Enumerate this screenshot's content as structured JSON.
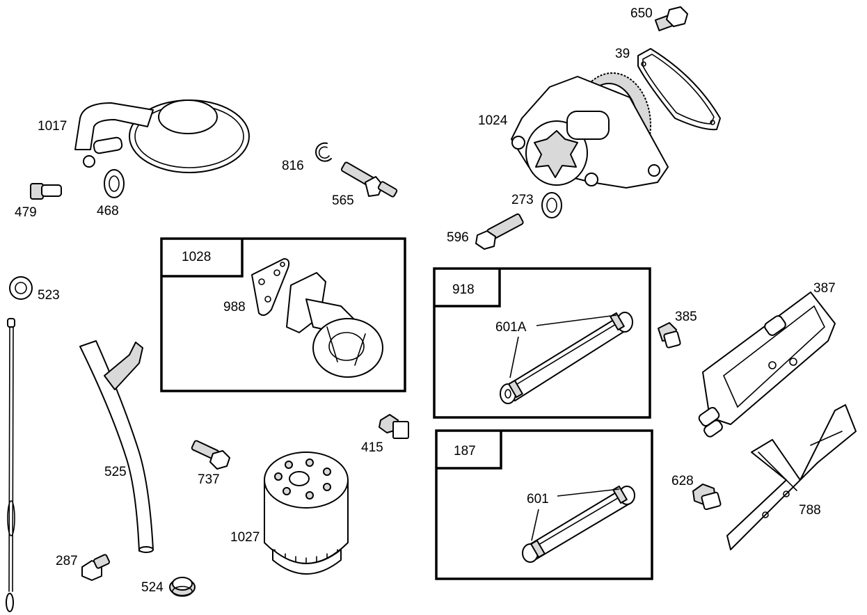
{
  "callouts": {
    "p650": "650",
    "p39": "39",
    "p1024": "1024",
    "p1017": "1017",
    "p816": "816",
    "p565": "565",
    "p479": "479",
    "p468": "468",
    "p273": "273",
    "p596": "596",
    "p523": "523",
    "p988": "988",
    "p601A": "601A",
    "p385": "385",
    "p387": "387",
    "p525": "525",
    "p737": "737",
    "p415": "415",
    "p628": "628",
    "p601": "601",
    "p788": "788",
    "p1027": "1027",
    "p287": "287",
    "p524": "524"
  },
  "kits": {
    "k1028": "1028",
    "k918": "918",
    "k187": "187"
  }
}
